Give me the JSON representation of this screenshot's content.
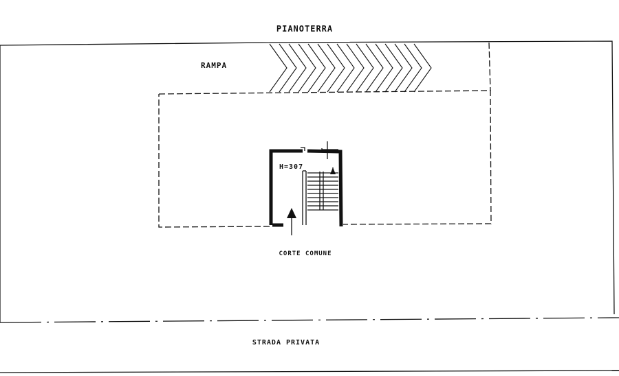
{
  "title": "PIANOTERRA",
  "labels": {
    "ramp": "RAMPA",
    "height": "H=307",
    "courtyard": "CORTE COMUNE",
    "street": "STRADA PRIVATA"
  },
  "colors": {
    "ink": "#111111",
    "paper": "#ffffff"
  }
}
